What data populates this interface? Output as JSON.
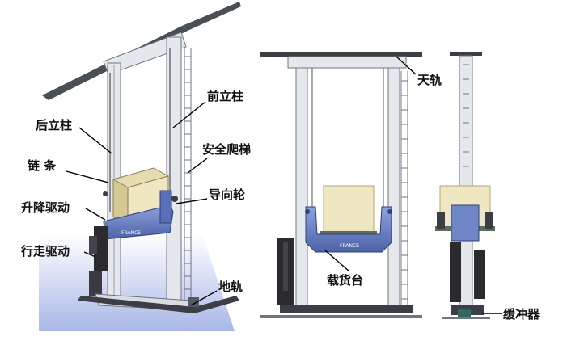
{
  "labels": {
    "front_column": "前立柱",
    "rear_column": "后立柱",
    "safety_ladder": "安全爬梯",
    "chain": "链 条",
    "guide_wheel": "导向轮",
    "lift_drive": "升降驱动",
    "travel_drive": "行走驱动",
    "ground_rail": "地轨",
    "top_rail": "天轨",
    "carriage": "载货台",
    "buffer": "缓冲器"
  },
  "carriage_logo": "FRANCE",
  "colors": {
    "frame": "#e4e7ec",
    "frame_edge": "#6f7480",
    "dark_rail": "#3b3f45",
    "carriage_blue": "#6f86c6",
    "carriage_dark": "#2e3f7a",
    "cargo": "#efe6c2",
    "cargo_edge": "#b0a57a",
    "floor_blue": "#a9b7e8",
    "motor": "#2b2b2f",
    "leader": "#000000"
  }
}
